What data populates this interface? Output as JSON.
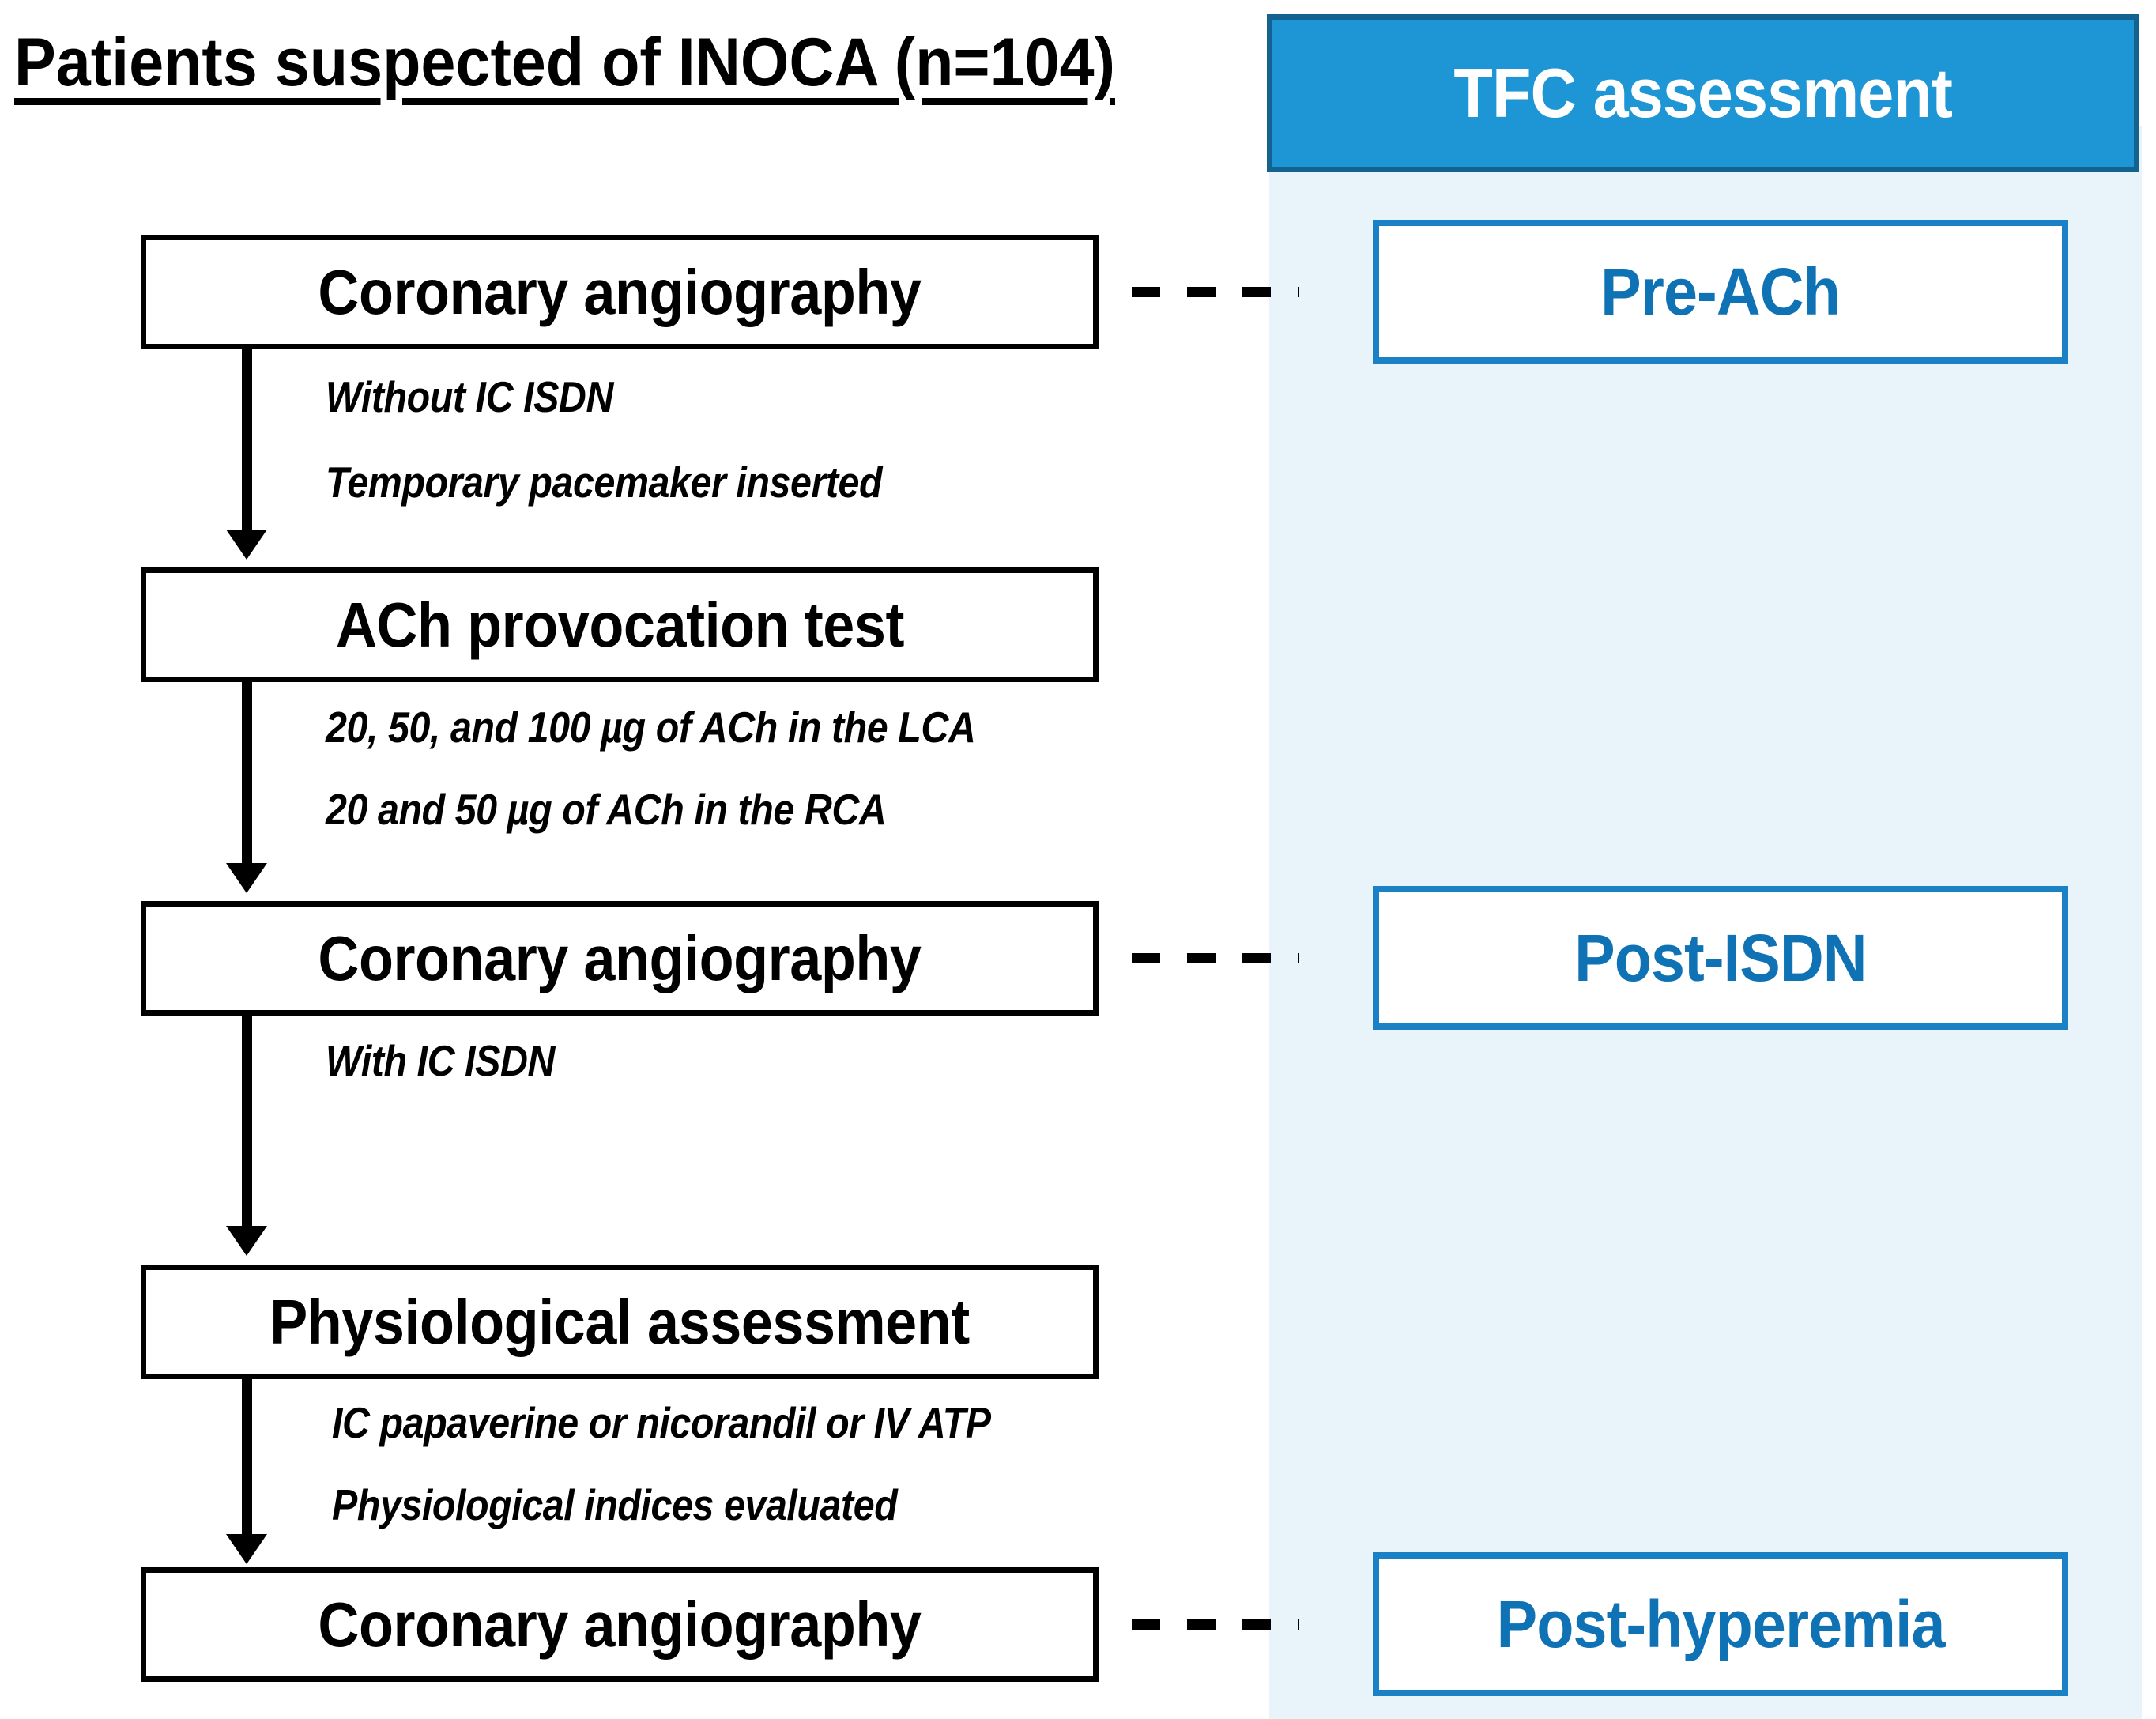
{
  "title": "Patients suspected of INOCA (n=104)",
  "panel": {
    "header": "TFC assessment",
    "background_color": "#e9f3fa",
    "header_fill": "#1e95d4",
    "header_border": "#14638f",
    "header_text_color": "#ffffff",
    "box_border_color": "#1a82c4",
    "box_text_color": "#0e72b5"
  },
  "flow": {
    "steps": [
      {
        "label": "Coronary angiography"
      },
      {
        "label": "ACh provocation test"
      },
      {
        "label": "Coronary angiography"
      },
      {
        "label": "Physiological assessment"
      },
      {
        "label": "Coronary angiography"
      }
    ],
    "annotations": [
      {
        "line1": "Without IC ISDN",
        "line2": "Temporary pacemaker inserted"
      },
      {
        "line1": "20, 50, and 100 µg of ACh in the LCA",
        "line2": "20 and 50 µg of ACh in the RCA"
      },
      {
        "line1": "With IC ISDN",
        "line2": ""
      },
      {
        "line1": "IC papaverine or nicorandil or IV ATP",
        "line2": "Physiological indices evaluated"
      }
    ]
  },
  "tfc_boxes": [
    {
      "label": "Pre-ACh"
    },
    {
      "label": "Post-ISDN"
    },
    {
      "label": "Post-hyperemia"
    }
  ]
}
